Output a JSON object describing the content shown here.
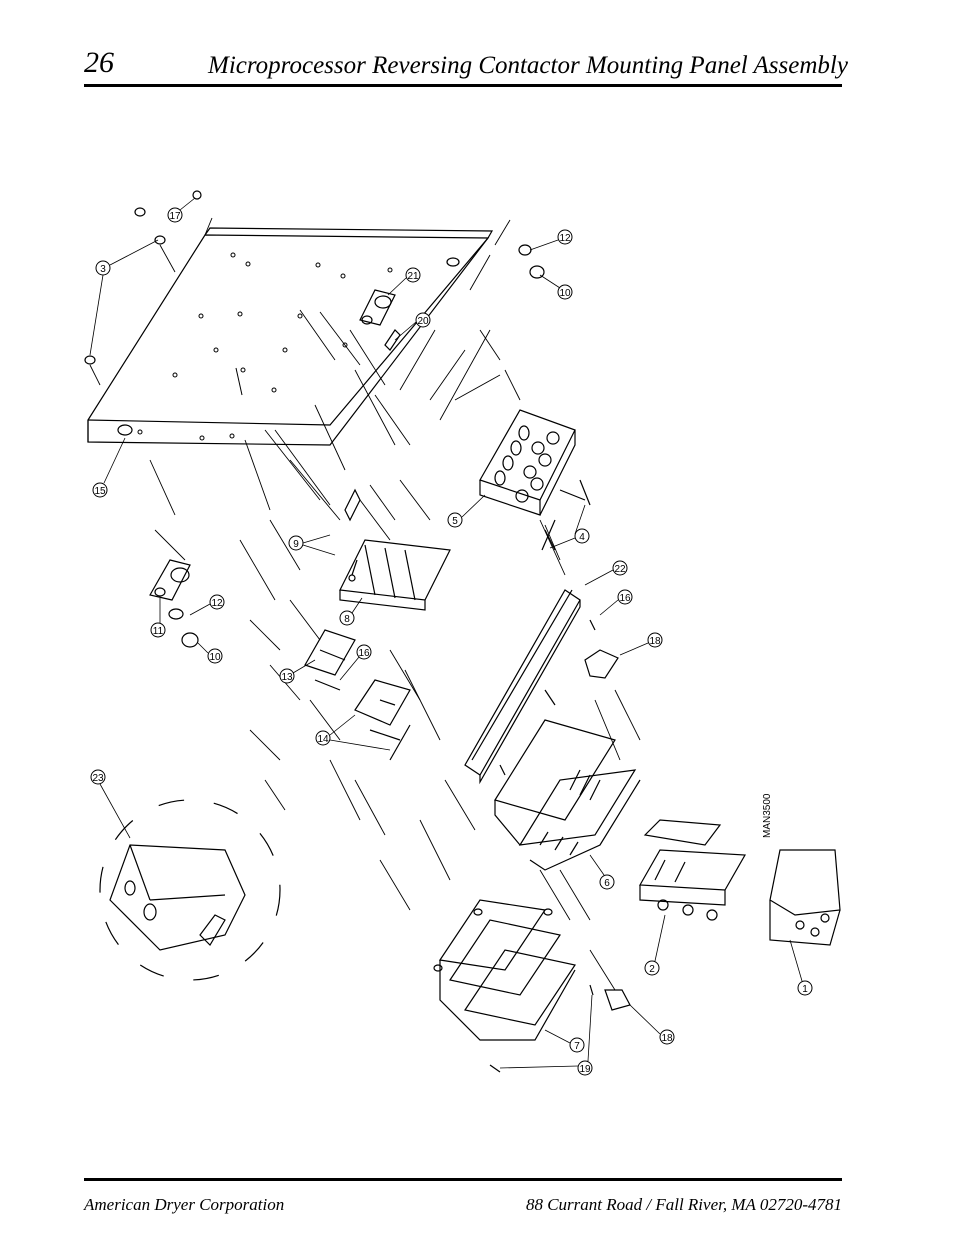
{
  "header": {
    "page_number": "26",
    "title": "Microprocessor Reversing Contactor Mounting Panel Assembly"
  },
  "diagram": {
    "drawing_number": "MAN3500",
    "callouts": [
      "1",
      "2",
      "3",
      "4",
      "5",
      "6",
      "7",
      "8",
      "9",
      "10",
      "10",
      "11",
      "12",
      "12",
      "13",
      "14",
      "15",
      "16",
      "16",
      "17",
      "18",
      "18",
      "19",
      "20",
      "21",
      "22",
      "23"
    ]
  },
  "footer": {
    "company": "American Dryer Corporation",
    "address": "88 Currant Road / Fall River, MA 02720-4781"
  }
}
